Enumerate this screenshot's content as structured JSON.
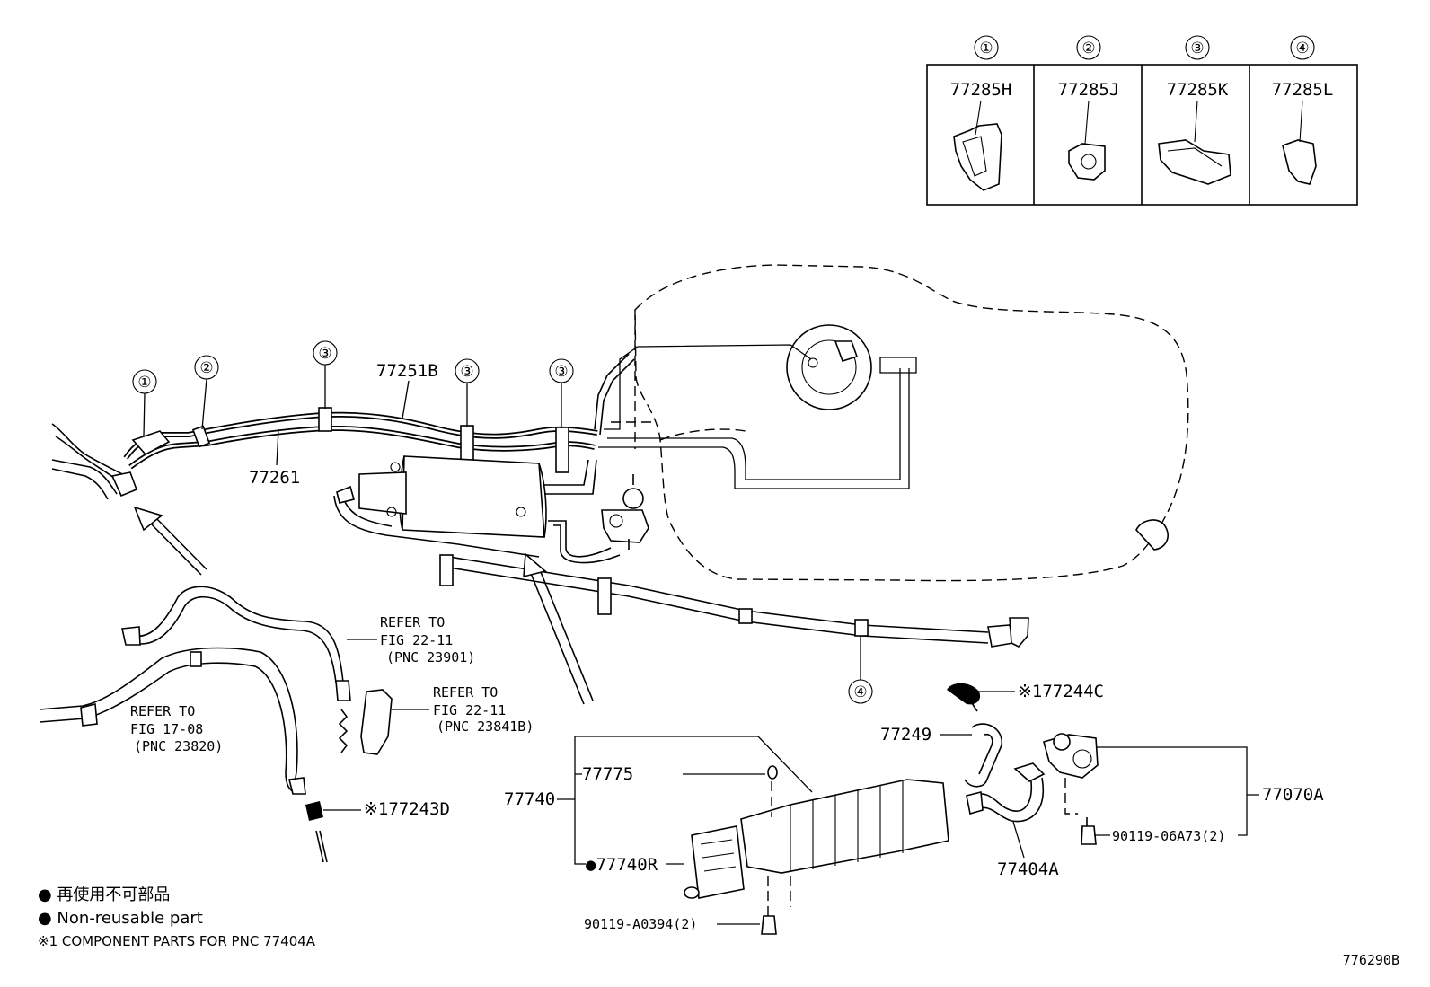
{
  "clip_table": {
    "columns": [
      {
        "ref": "①",
        "part": "77285H"
      },
      {
        "ref": "②",
        "part": "77285J"
      },
      {
        "ref": "③",
        "part": "77285K"
      },
      {
        "ref": "④",
        "part": "77285L"
      }
    ]
  },
  "callouts": {
    "c1": "①",
    "c2": "②",
    "c3a": "③",
    "c3b": "③",
    "c3c": "③",
    "c4": "④"
  },
  "labels": {
    "p77251b": "77251B",
    "p77261": "77261",
    "p77244c": "※177244C",
    "p77249": "77249",
    "p77070a": "77070A",
    "p90119_06a73": "90119-06A73(2)",
    "p77404a": "77404A",
    "p77740": "77740",
    "p77775": "77775",
    "p77740r": "●77740R",
    "p90119_a0394": "90119-A0394(2)",
    "p77243d": "※177243D"
  },
  "refs": {
    "ref1_line1": "REFER TO",
    "ref1_line2": "FIG 22-11",
    "ref1_line3": "(PNC 23901)",
    "ref2_line1": "REFER TO",
    "ref2_line2": "FIG 22-11",
    "ref2_line3": "(PNC 23841B)",
    "ref3_line1": "REFER TO",
    "ref3_line2": "FIG 17-08",
    "ref3_line3": "(PNC 23820)"
  },
  "legend": {
    "line1": "● 再使用不可部品",
    "line2": "● Non-reusable part",
    "line3": "※1 COMPONENT PARTS FOR PNC 77404A"
  },
  "figure_code": "776290B"
}
